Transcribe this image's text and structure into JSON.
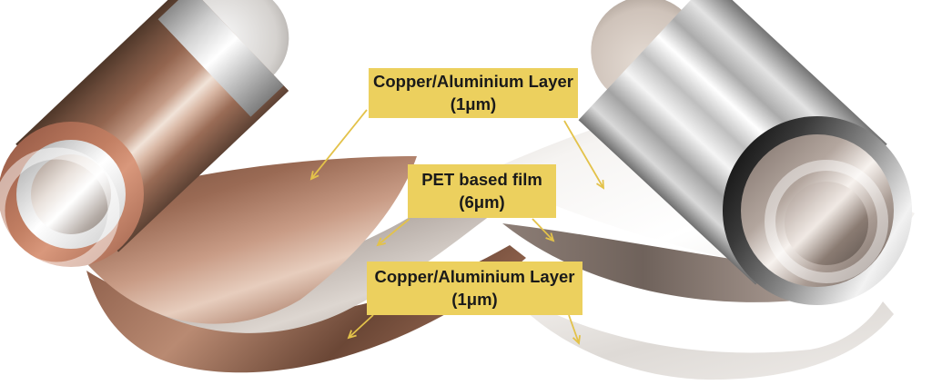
{
  "title": "Copper/Aluminium coated PET film rolls diagram",
  "colors": {
    "background": "#ffffff",
    "label_bg": "#ecd05e",
    "label_text": "#1a1a1a",
    "arrow": "#e3c24a",
    "copper": "#9a6a54",
    "aluminium": "#c9c9c9",
    "pet_film": "#b2a8a2"
  },
  "labels": {
    "top": {
      "line1": "Copper/Aluminium Layer",
      "line2": "(1μm)"
    },
    "middle": {
      "line1": "PET based film",
      "line2": "(6μm)"
    },
    "bottom": {
      "line1": "Copper/Aluminium Layer",
      "line2": "(1μm)"
    }
  },
  "illustration": {
    "left_roll": "copper coated film roll",
    "right_roll": "aluminium coated film roll",
    "left_sheet_layers": [
      "copper layer (top)",
      "PET based film (middle)",
      "copper layer (bottom)"
    ],
    "right_sheet_layers": [
      "aluminium layer (top)",
      "PET based film (middle)",
      "aluminium layer (bottom)"
    ]
  }
}
